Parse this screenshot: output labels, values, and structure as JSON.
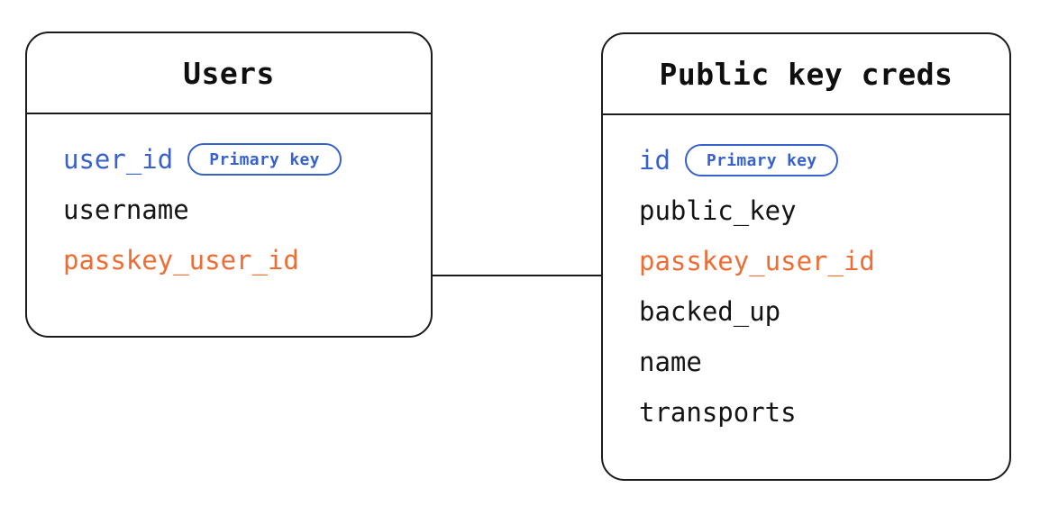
{
  "diagram": {
    "type": "entity-relationship-diagram",
    "background_color": "#ffffff",
    "colors": {
      "border": "#1b1b1b",
      "primary_key_text": "#3761cc",
      "primary_key_badge_border": "#3761cc",
      "foreign_key_text": "#ef6c33",
      "default_text": "#141414"
    }
  },
  "entities": [
    {
      "id": "users",
      "title": "Users",
      "fields": [
        {
          "name": "user_id",
          "role": "pk",
          "badge": "Primary key"
        },
        {
          "name": "username",
          "role": "plain",
          "badge": null
        },
        {
          "name": "passkey_user_id",
          "role": "fk",
          "badge": null
        }
      ]
    },
    {
      "id": "public-key-creds",
      "title": "Public key creds",
      "fields": [
        {
          "name": "id",
          "role": "pk",
          "badge": "Primary key"
        },
        {
          "name": "public_key",
          "role": "plain",
          "badge": null
        },
        {
          "name": "passkey_user_id",
          "role": "fk",
          "badge": null
        },
        {
          "name": "backed_up",
          "role": "plain",
          "badge": null
        },
        {
          "name": "name",
          "role": "plain",
          "badge": null
        },
        {
          "name": "transports",
          "role": "plain",
          "badge": null
        }
      ]
    }
  ],
  "relationships": [
    {
      "id": "users-to-public-key-creds",
      "from_entity": "users",
      "from_field": "passkey_user_id",
      "to_entity": "public-key-creds",
      "to_field": "passkey_user_id",
      "style": "solid"
    }
  ]
}
